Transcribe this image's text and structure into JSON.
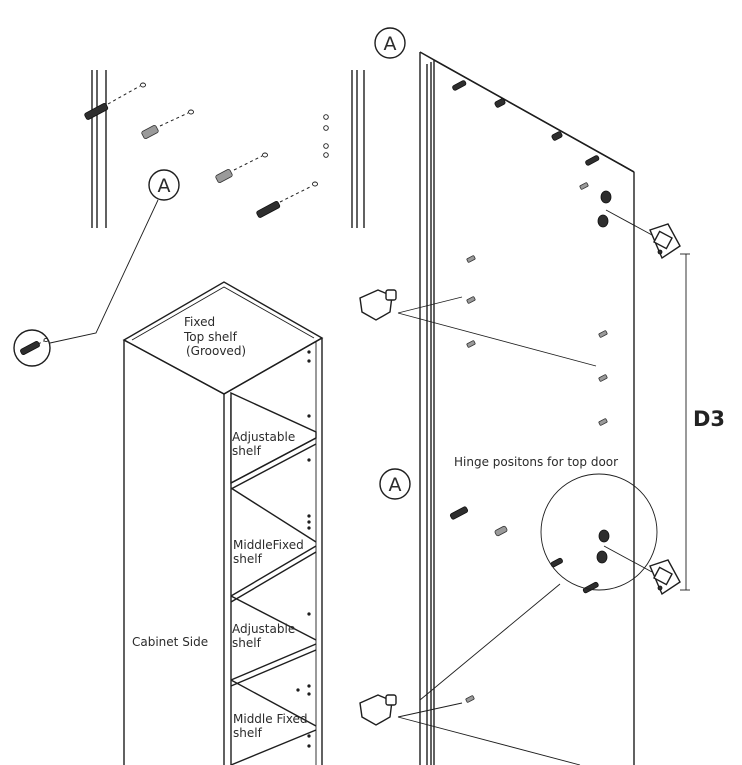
{
  "labels": {
    "callout": "A",
    "fixed_top_shelf": [
      "Fixed",
      "Top shelf",
      "(Grooved)"
    ],
    "adjustable_shelf_1": [
      "Adjustable",
      "shelf"
    ],
    "middle_fixed_shelf_1": [
      "MiddleFixed",
      "shelf"
    ],
    "adjustable_shelf_2": [
      "Adjustable",
      "shelf"
    ],
    "middle_fixed_shelf_2": [
      "Middle Fixed",
      "shelf"
    ],
    "cabinet_side": "Cabinet Side",
    "hinge_positions": "Hinge positons for top door",
    "dimension": "D3"
  }
}
